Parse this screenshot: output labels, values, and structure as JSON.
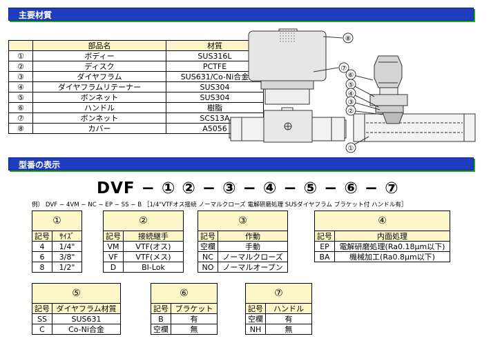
{
  "sections": {
    "materials_title": "主要材質",
    "model_title": "型番の表示"
  },
  "materials": {
    "headers": [
      "",
      "部品名",
      "材質"
    ],
    "rows": [
      [
        "①",
        "ボディー",
        "SUS316L"
      ],
      [
        "②",
        "ディスク",
        "PCTFE"
      ],
      [
        "③",
        "ダイヤフラム",
        "SUS631/Co-Ni合金"
      ],
      [
        "④",
        "ダイヤフラムリテーナー",
        "SUS304"
      ],
      [
        "⑤",
        "ボンネット",
        "SUS304"
      ],
      [
        "⑥",
        "ハンドル",
        "樹脂"
      ],
      [
        "⑦",
        "ボンネット",
        "SCS13A"
      ],
      [
        "⑧",
        "カバー",
        "A5056"
      ]
    ]
  },
  "diagram_labels": [
    "⑧",
    "⑦",
    "⑥",
    "⑤",
    "④",
    "③",
    "②",
    "①"
  ],
  "model_code": "DVF − ① ② − ③ − ④ − ⑤ − ⑥ − ⑦",
  "example": "例） DVF − 4VM − NC − EP − SS − B ［1/4\"VTFオス接続  ノーマルクローズ  電解研磨処理  SUSダイヤフラム  ブラケット付  ハンドル有］",
  "tables": {
    "t1": {
      "title": "①",
      "headers": [
        "記号",
        "ｻｲｽﾞ"
      ],
      "rows": [
        [
          "4",
          "1/4\""
        ],
        [
          "6",
          "3/8\""
        ],
        [
          "8",
          "1/2\""
        ]
      ]
    },
    "t2": {
      "title": "②",
      "headers": [
        "記号",
        "接続継手"
      ],
      "rows": [
        [
          "VM",
          "VTF(オス)"
        ],
        [
          "VF",
          "VTF(メス)"
        ],
        [
          "D",
          "BI-Lok"
        ]
      ]
    },
    "t3": {
      "title": "③",
      "headers": [
        "記号",
        "作動"
      ],
      "rows": [
        [
          "空欄",
          "手動"
        ],
        [
          "NC",
          "ノーマルクローズ"
        ],
        [
          "NO",
          "ノーマルオープン"
        ]
      ]
    },
    "t4": {
      "title": "④",
      "headers": [
        "記号",
        "内面処理"
      ],
      "rows": [
        [
          "EP",
          "電解研磨処理(Ra0.18μm以下)"
        ],
        [
          "BA",
          "機械加工(Ra0.8μm以下)"
        ]
      ]
    },
    "t5": {
      "title": "⑤",
      "headers": [
        "記号",
        "ダイヤフラム材質"
      ],
      "rows": [
        [
          "SS",
          "SUS631"
        ],
        [
          "C",
          "Co-Ni合金"
        ]
      ]
    },
    "t6": {
      "title": "⑥",
      "headers": [
        "記号",
        "ブラケット"
      ],
      "rows": [
        [
          "B",
          "有"
        ],
        [
          "空欄",
          "無"
        ]
      ]
    },
    "t7": {
      "title": "⑦",
      "headers": [
        "記号",
        "ハンドル"
      ],
      "rows": [
        [
          "空欄",
          "有"
        ],
        [
          "NH",
          "無"
        ]
      ]
    }
  }
}
